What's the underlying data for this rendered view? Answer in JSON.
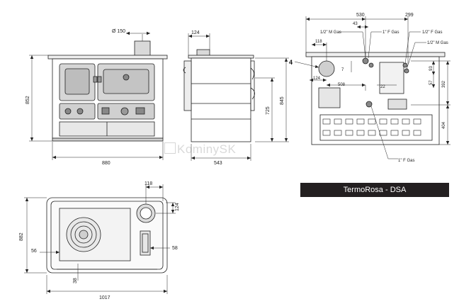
{
  "title": "TermoRosa - DSA",
  "watermark": "KominySK",
  "front_view": {
    "flue_diameter": "Ø 150",
    "height": "852",
    "width": "880"
  },
  "side_view": {
    "flue_offset": "124",
    "height_total": "845",
    "height_lower": "725",
    "depth": "543"
  },
  "rear_view": {
    "dim_top_left": "530",
    "dim_top_right": "299",
    "dim_43": "43",
    "dim_118": "118",
    "dim_124": "124",
    "dim_508": "508",
    "dim_7": "7",
    "dim_22": "22",
    "dim_93": "93",
    "dim_57": "57",
    "dim_392": "392",
    "dim_404": "404",
    "callout_4": "4",
    "conn_half_m_left": "1/2\" M Gas",
    "conn_1f_top": "1\" F Gas",
    "conn_half_f_right": "1/2\" F Gas",
    "conn_half_m_right": "1/2\" M Gas",
    "conn_1f_bottom": "1\" F Gas"
  },
  "top_view": {
    "dim_118": "118",
    "dim_124": "124",
    "depth": "882",
    "dim_56": "56",
    "dim_58": "58",
    "dim_38": "38",
    "width": "1017"
  }
}
